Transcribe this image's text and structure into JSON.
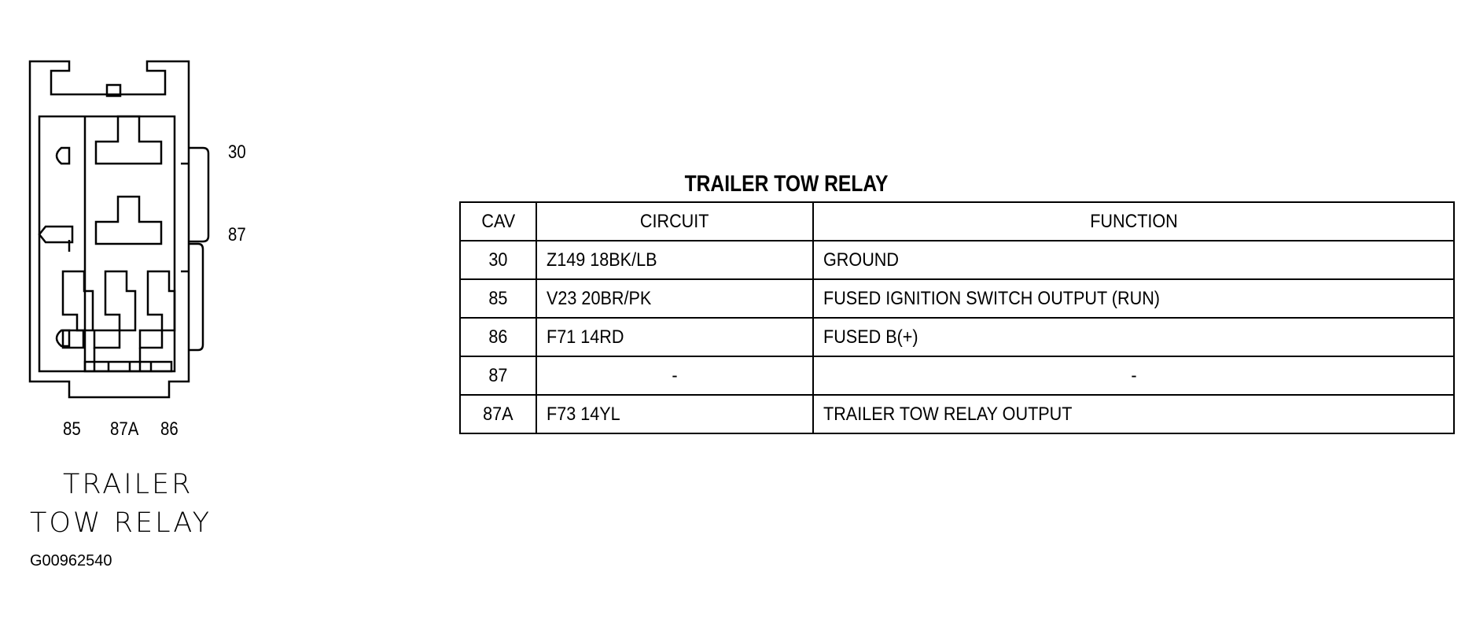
{
  "connector": {
    "pins": {
      "p30": "30",
      "p87": "87",
      "p85": "85",
      "p87a": "87A",
      "p86": "86"
    },
    "caption": {
      "line1": "TRAILER",
      "line2": "TOW RELAY"
    },
    "figure_id": "G00962540"
  },
  "table": {
    "title": "TRAILER TOW RELAY",
    "headers": {
      "cav": "CAV",
      "circuit": "CIRCUIT",
      "function": "FUNCTION"
    },
    "rows": [
      {
        "cav": "30",
        "circuit": "Z149 18BK/LB",
        "function": "GROUND"
      },
      {
        "cav": "85",
        "circuit": "V23 20BR/PK",
        "function": "FUSED IGNITION SWITCH OUTPUT (RUN)"
      },
      {
        "cav": "86",
        "circuit": "F71 14RD",
        "function": "FUSED B(+)"
      },
      {
        "cav": "87",
        "circuit": "-",
        "function": "-"
      },
      {
        "cav": "87A",
        "circuit": "F73 14YL",
        "function": "TRAILER TOW RELAY OUTPUT"
      }
    ]
  }
}
